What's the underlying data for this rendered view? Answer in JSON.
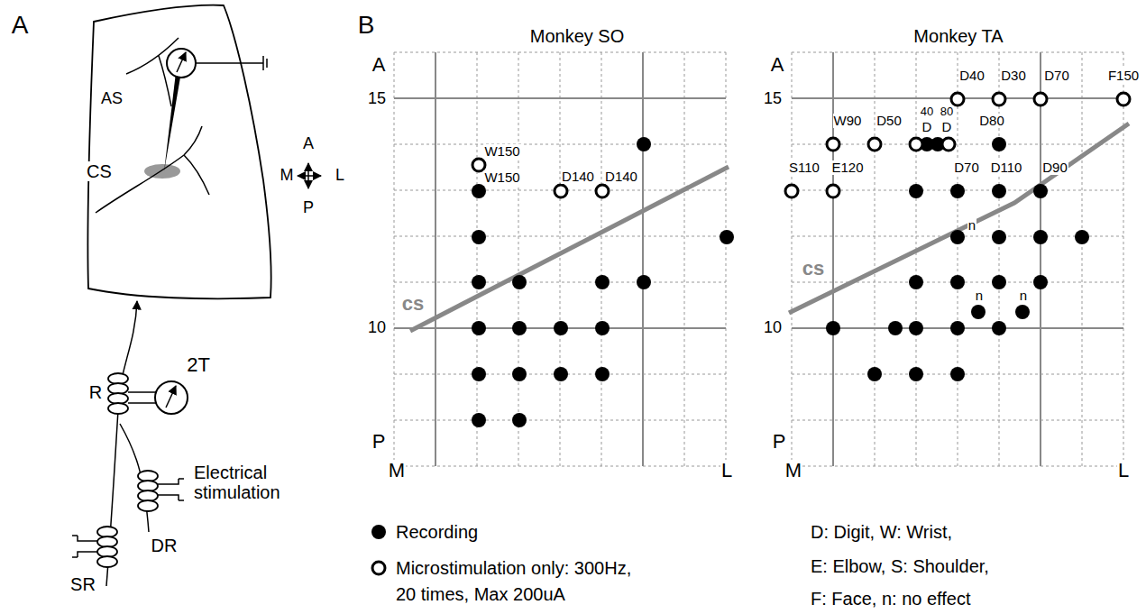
{
  "diagram": {
    "labels": [
      "A",
      "AS",
      "CS",
      "A",
      "M",
      "L",
      "P",
      "R",
      "2T",
      "Electrical stimulation",
      "SR",
      "DR",
      "B",
      "Monkey SO",
      "Monkey TA",
      "A",
      "15",
      "10",
      "P",
      "M",
      "L",
      "cs",
      "W150",
      "W150",
      "D140",
      "D140",
      "A",
      "15",
      "10",
      "P",
      "M",
      "L",
      "cs",
      "D40",
      "D30",
      "D70",
      "F150",
      "W90",
      "D50",
      "40",
      "D",
      "80",
      "D",
      "D80",
      "S110",
      "E120",
      "D70",
      "D110",
      "D90",
      "n",
      "n",
      "n",
      "D: Digit, W: Wrist,",
      "E: Elbow, S: Shoulder,",
      "F: Face, n: no effect"
    ],
    "legend": [
      {
        "text": "Recording"
      },
      {
        "text": "Microstimulation only: 300Hz, 20 times, Max 200uA"
      }
    ]
  }
}
